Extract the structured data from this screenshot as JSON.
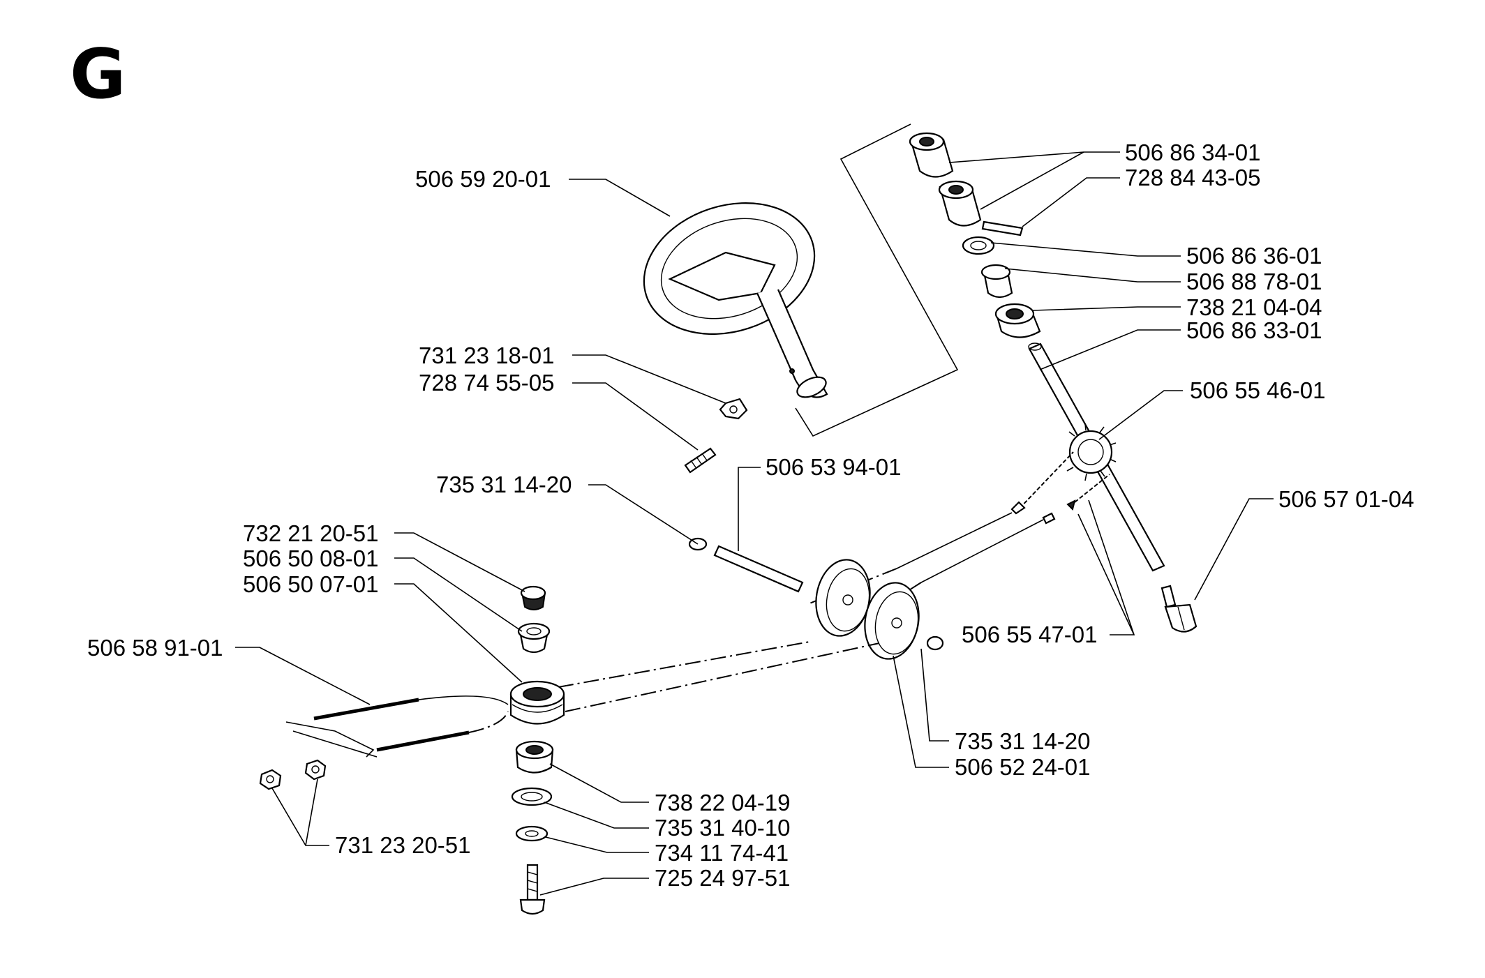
{
  "section": "G",
  "labels": {
    "steering_wheel": "506 59 20-01",
    "bushing_upper": "506 86 34-01",
    "set_screw": "728 84 43-05",
    "washer_column": "506 86 36-01",
    "bushing_column": "506 88 78-01",
    "bearing_column": "738 21 04-04",
    "steering_shaft": "506 86 33-01",
    "nut_wheel": "731 23 18-01",
    "screw_wheel": "728 74 55-05",
    "sprocket": "506 55 46-01",
    "pulley_shaft": "506 53 94-01",
    "clip_shaft": "735 31 14-20",
    "bolt_shaft_end": "506 57 01-04",
    "locknut_pivot": "732 21 20-51",
    "spacer_pivot": "506 50 08-01",
    "pulley_pivot": "506 50 07-01",
    "cable": "506 58 91-01",
    "chain": "506 55 47-01",
    "clip_pulley": "735 31 14-20",
    "pulley_pair": "506 52 24-01",
    "bearing_pivot": "738 22 04-19",
    "retaining_ring": "735 31 40-10",
    "washer_pivot": "734 11 74-41",
    "bolt_pivot": "725 24 97-51",
    "nut_cable": "731 23 20-51"
  }
}
